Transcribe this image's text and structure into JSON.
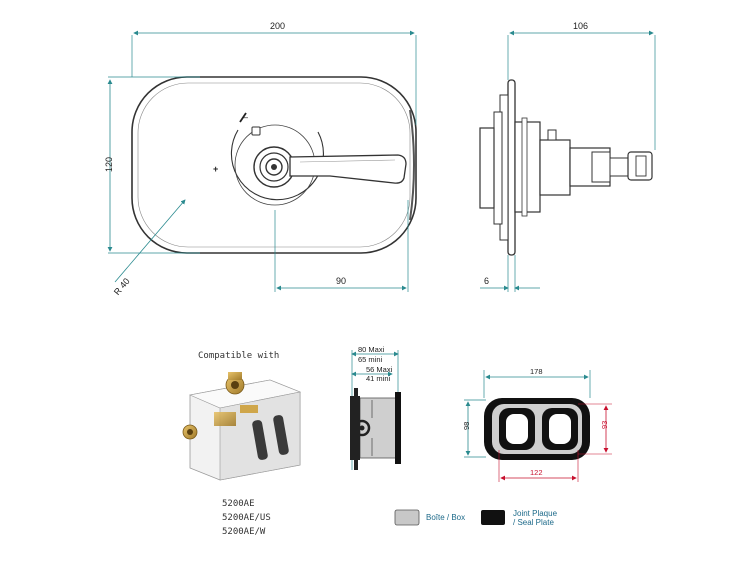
{
  "front_view": {
    "dim_width": "200",
    "dim_height": "120",
    "dim_radius": "R 40",
    "dim_offset": "90",
    "symbol_plus": "+",
    "symbol_minus": "–"
  },
  "side_view": {
    "dim_depth": "106",
    "dim_plate": "6"
  },
  "compatible": {
    "heading": "Compatible with",
    "models": [
      "5200AE",
      "5200AE/US",
      "5200AE/W"
    ]
  },
  "box_side": {
    "dim_max_1": "80  Maxi",
    "dim_min_1": "65 mini",
    "dim_max_2": "56  Maxi",
    "dim_min_2": "41 mini"
  },
  "seal_front": {
    "dim_top": "178",
    "dim_left": "98",
    "dim_right": "93",
    "dim_bottom": "122"
  },
  "legend": {
    "box_label": "Boîte / Box",
    "box_color": "#c8c8c8",
    "seal_label_line1": "Joint Plaque",
    "seal_label_line2": "/ Seal Plate",
    "seal_color": "#111111"
  },
  "colors": {
    "dimension_lines": "#2a8a8f",
    "red_dimensions": "#c8102e"
  }
}
